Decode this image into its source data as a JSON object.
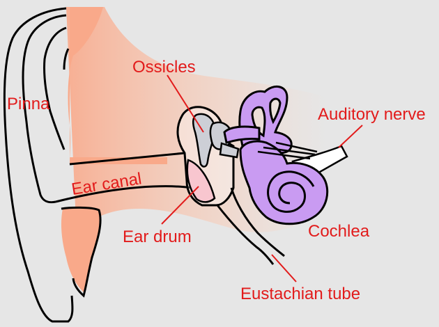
{
  "labels": {
    "pinna": "Pinna",
    "ossicles": "Ossicles",
    "auditory_nerve": "Auditory nerve",
    "ear_canal": "Ear canal",
    "ear_drum": "Ear drum",
    "cochlea": "Cochlea",
    "eustachian_tube": "Eustachian tube"
  },
  "colors": {
    "background": "#e6e6e6",
    "skin": "#f9a98a",
    "skin_fade": "#f9c9b3",
    "outline": "#000000",
    "inner_ear": "#c99bf2",
    "ossicle_fill": "#cdcfd6",
    "eardrum_fill": "#f8c6cf",
    "label_red": "#e21b1b",
    "nerve_fill": "#ffffff"
  }
}
